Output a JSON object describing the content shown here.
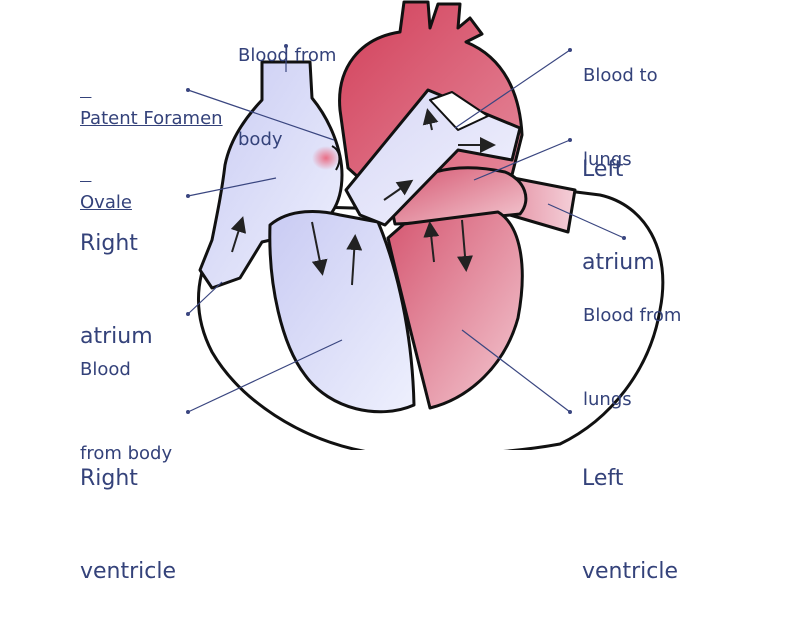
{
  "labels": {
    "blood_from_body_top": [
      "Blood from",
      "body"
    ],
    "patent_foramen_ovale": [
      "Patent Foramen",
      "Ovale"
    ],
    "right_atrium": [
      "Right",
      "atrium"
    ],
    "blood_from_body_bottom": [
      "Blood",
      "from body"
    ],
    "right_ventricle": [
      "Right",
      "ventricle"
    ],
    "blood_to_lungs": [
      "Blood to",
      "lungs"
    ],
    "left_atrium": [
      "Left",
      "atrium"
    ],
    "blood_from_lungs": [
      "Blood from",
      "lungs"
    ],
    "left_ventricle": [
      "Left",
      "ventricle"
    ]
  },
  "colors": {
    "label_text": "#34427a",
    "right_side_fill": "#dcdcf7",
    "left_side_fill": "#e7a7b7",
    "aorta_fill": "#d8576c",
    "pfo_highlight": "#ea6f86",
    "outline": "#111111"
  }
}
